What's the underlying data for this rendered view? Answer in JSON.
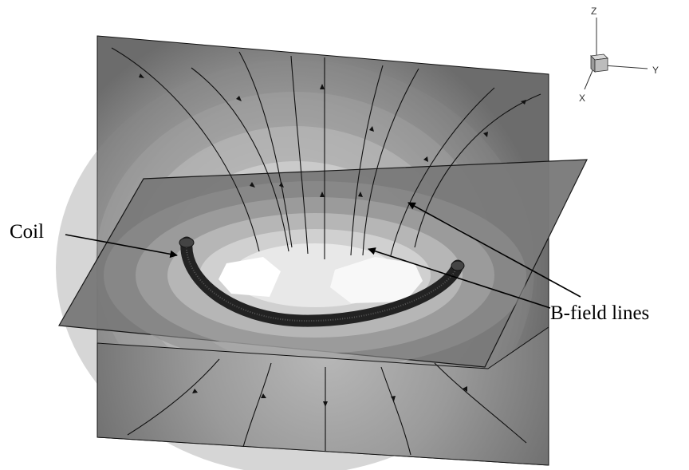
{
  "annotations": {
    "coil": "Coil",
    "b_field": "B-field lines"
  },
  "axes_triad": {
    "z": "Z",
    "y": "Y",
    "x": "X"
  },
  "colors": {
    "plane_dark": "#6f6f6f",
    "plane_light": "#f4f4f4",
    "coil": "#222222",
    "lines": "#111111"
  }
}
